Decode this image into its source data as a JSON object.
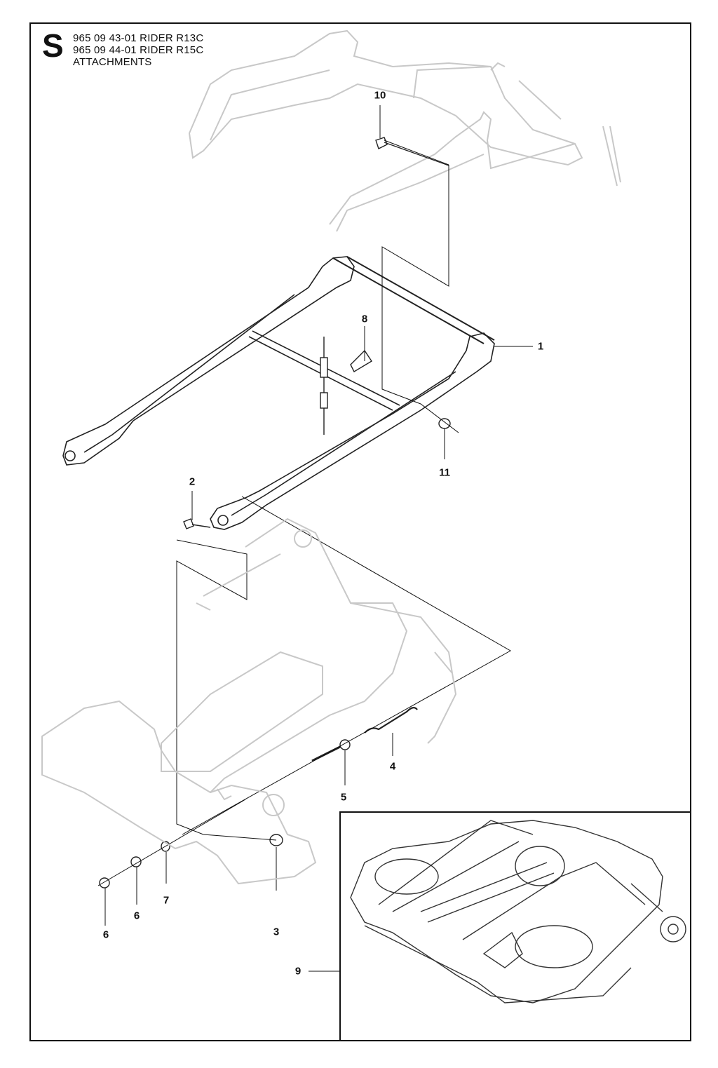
{
  "header": {
    "section_letter": "S",
    "line1": "965 09 43-01 RIDER R13C",
    "line2": "965 09 44-01 RIDER R15C",
    "line3": "ATTACHMENTS"
  },
  "callouts": {
    "c1": "1",
    "c2": "2",
    "c3": "3",
    "c4": "4",
    "c5": "5",
    "c6a": "6",
    "c6b": "6",
    "c7": "7",
    "c8": "8",
    "c9": "9",
    "c10": "10",
    "c11": "11"
  }
}
